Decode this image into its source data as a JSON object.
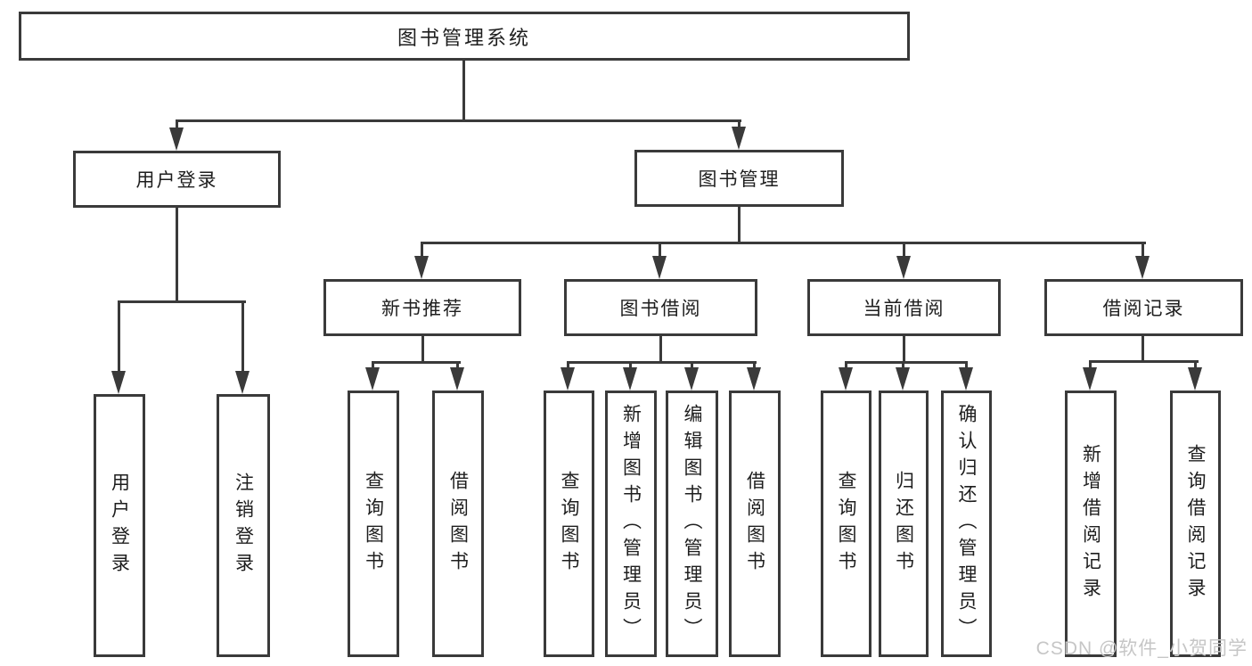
{
  "title": "图书管理系统",
  "watermark": "CSDN @软件_小贺同学",
  "colors": {
    "line": "#3a3a3a",
    "text": "#1e1e1e",
    "background": "#ffffff",
    "watermark": "#c6c6c6"
  },
  "tree": {
    "root": {
      "label": "图书管理系统"
    },
    "branches": [
      {
        "label": "用户登录",
        "children": [
          {
            "label": "用户登录"
          },
          {
            "label": "注销登录"
          }
        ]
      },
      {
        "label": "图书管理",
        "children": [
          {
            "label": "新书推荐",
            "children": [
              {
                "label": "查询图书"
              },
              {
                "label": "借阅图书"
              }
            ]
          },
          {
            "label": "图书借阅",
            "children": [
              {
                "label": "查询图书"
              },
              {
                "label": "新增图书（管理员）"
              },
              {
                "label": "编辑图书（管理员）"
              },
              {
                "label": "借阅图书"
              }
            ]
          },
          {
            "label": "当前借阅",
            "children": [
              {
                "label": "查询图书"
              },
              {
                "label": "归还图书"
              },
              {
                "label": "确认归还（管理员）"
              }
            ]
          },
          {
            "label": "借阅记录",
            "children": [
              {
                "label": "新增借阅记录"
              },
              {
                "label": "查询借阅记录"
              }
            ]
          }
        ]
      }
    ]
  }
}
